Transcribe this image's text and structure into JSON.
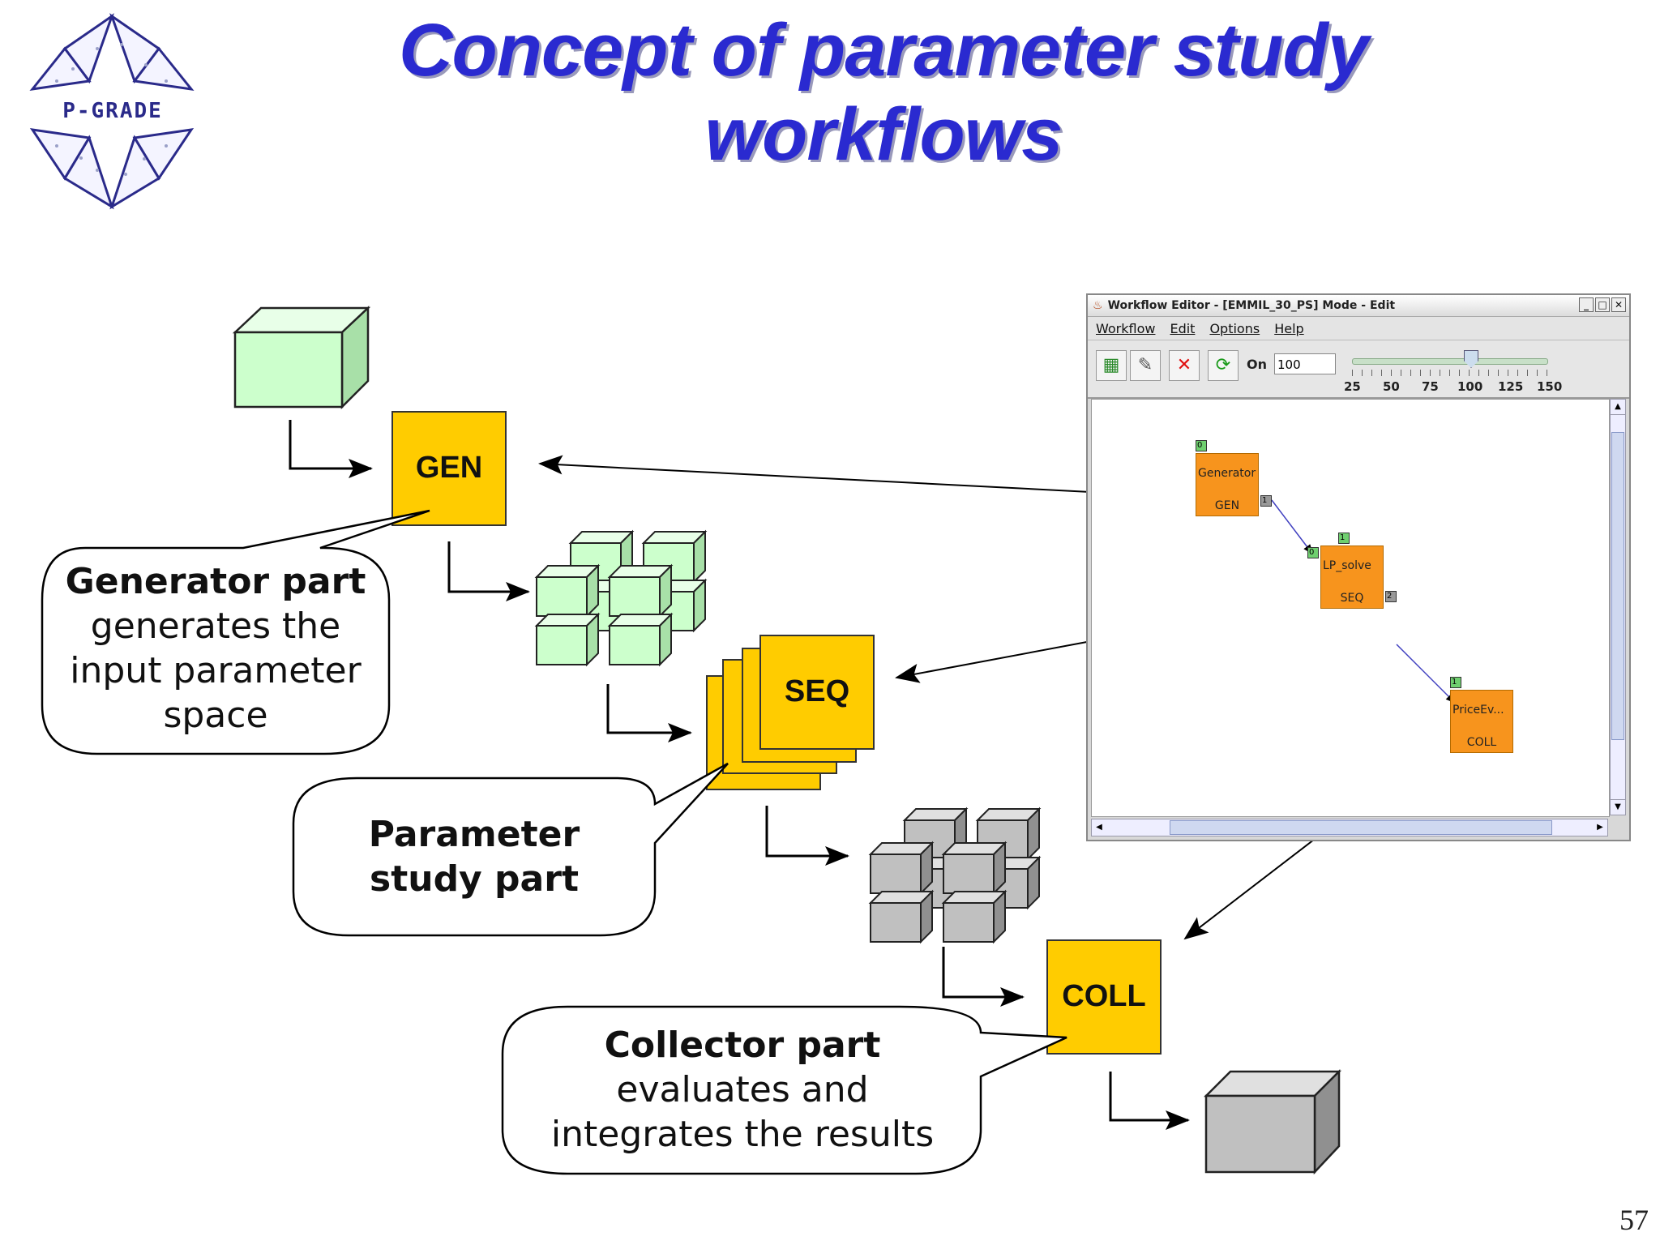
{
  "logo": {
    "text": "P-GRADE"
  },
  "title": {
    "line1": "Concept of parameter study",
    "line2": "workflows"
  },
  "blocks": {
    "gen": "GEN",
    "seq": "SEQ",
    "coll": "COLL"
  },
  "bubbles": {
    "generator": {
      "bold": "Generator part",
      "text_lines": [
        "generates the",
        "input parameter",
        "space"
      ]
    },
    "parameter": {
      "bold_lines": [
        "Parameter",
        "study part"
      ]
    },
    "collector": {
      "bold": "Collector part",
      "text_lines": [
        "evaluates and",
        "integrates the results"
      ]
    }
  },
  "editor": {
    "window_title": "Workflow Editor - [EMMIL_30_PS] Mode - Edit",
    "menu": [
      "Workflow",
      "Edit",
      "Options",
      "Help"
    ],
    "on_label": "On",
    "zoom_value": "100",
    "slider_ticks": [
      "25",
      "50",
      "75",
      "100",
      "125",
      "150"
    ],
    "jobs": [
      {
        "name": "Generator",
        "type": "GEN",
        "in_port": "0",
        "out_port": "1"
      },
      {
        "name": "LP_solve",
        "type": "SEQ",
        "in_port": "0",
        "top_port": "1",
        "out_port": "2"
      },
      {
        "name": "PriceEv...",
        "type": "COLL",
        "in_port": "1"
      }
    ]
  },
  "colors": {
    "title": "#2a2ad0",
    "block": "#ffcc00",
    "green_cube": "#ccffcc",
    "gray_cube": "#c0c0c0",
    "job": "#f7941d"
  },
  "page_number": "57"
}
